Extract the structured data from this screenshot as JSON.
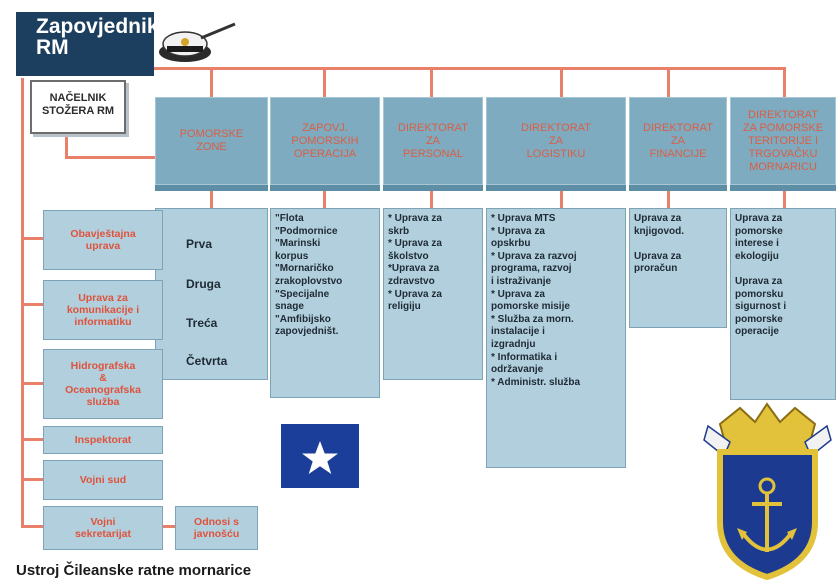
{
  "commander": {
    "label": "Zapovjednik\nRM"
  },
  "chief_of_staff": {
    "label": "NAČELNIK\nSTOŽERA RM"
  },
  "headers": [
    {
      "id": "pomorske-zone",
      "label": "POMORSKE\nZONE"
    },
    {
      "id": "zapovj-pomorskih-operacija",
      "label": "ZAPOVJ.\nPOMORSKIH\nOPERACIJA"
    },
    {
      "id": "direktorat-personal",
      "label": "DIREKTORAT\nZA\nPERSONAL"
    },
    {
      "id": "direktorat-logistiku",
      "label": "DIREKTORAT\nZA\nLOGISTIKU"
    },
    {
      "id": "direktorat-financije",
      "label": "DIREKTORAT\nZA\nFINANCIJE"
    },
    {
      "id": "direktorat-pomorske-teritorije",
      "label": "DIREKTORAT\nZA POMORSKE\nTERITORIJE I\nTRGOVAČKU\nMORNARICU"
    }
  ],
  "zones": [
    "Prva",
    "Druga",
    "Treća",
    "Četvrta"
  ],
  "columns": {
    "operations": "\"Flota\n\"Podmornice\n\"Marinski\n  korpus\n\"Mornaričko\n  zrakoplovstvo\n\"Specijalne\n  snage\n\"Amfibijsko\n  zapovjedništ.",
    "personnel": "* Uprava za\nskrb\n* Uprava za\nškolstvo\n*Uprava za\nzdravstvo\n* Uprava za\nreligiju",
    "logistics": "* Uprava MTS\n* Uprava za\nopskrbu\n* Uprava za razvoj\nprograma, razvoj\ni istraživanje\n* Uprava za\npomorske misije\n* Služba za morn.\ninstalacije i\nizgradnju\n* Informatika i\nodržavanje\n* Administr. služba",
    "finance": "Uprava za\nknjigovod.\n\nUprava za\nproračun",
    "maritime": "Uprava za\npomorske\ninterese i\nekologiju\n\nUprava za\npomorsku\nsigurnost i\npomorske\noperacije"
  },
  "left_units": [
    "Obavještajna\nuprava",
    "Uprava za\nkomunikacije i\ninformatiku",
    "Hidrografska\n&\nOceanografska\nslužba",
    "Inspektorat",
    "Vojni sud",
    "Vojni\nsekretarijat"
  ],
  "public_relations": "Odnosi s\njavnošću",
  "caption": "Ustroj Čileanske ratne mornarice",
  "colors": {
    "navy": "#1d3f5f",
    "header_blue": "#7eabc0",
    "box_blue": "#b1cfdc",
    "connector": "#e8806a",
    "red_text": "#e0523c"
  },
  "icons": [
    "commander-cap-icon",
    "chile-flag-star-icon",
    "navy-coat-of-arms-icon"
  ]
}
